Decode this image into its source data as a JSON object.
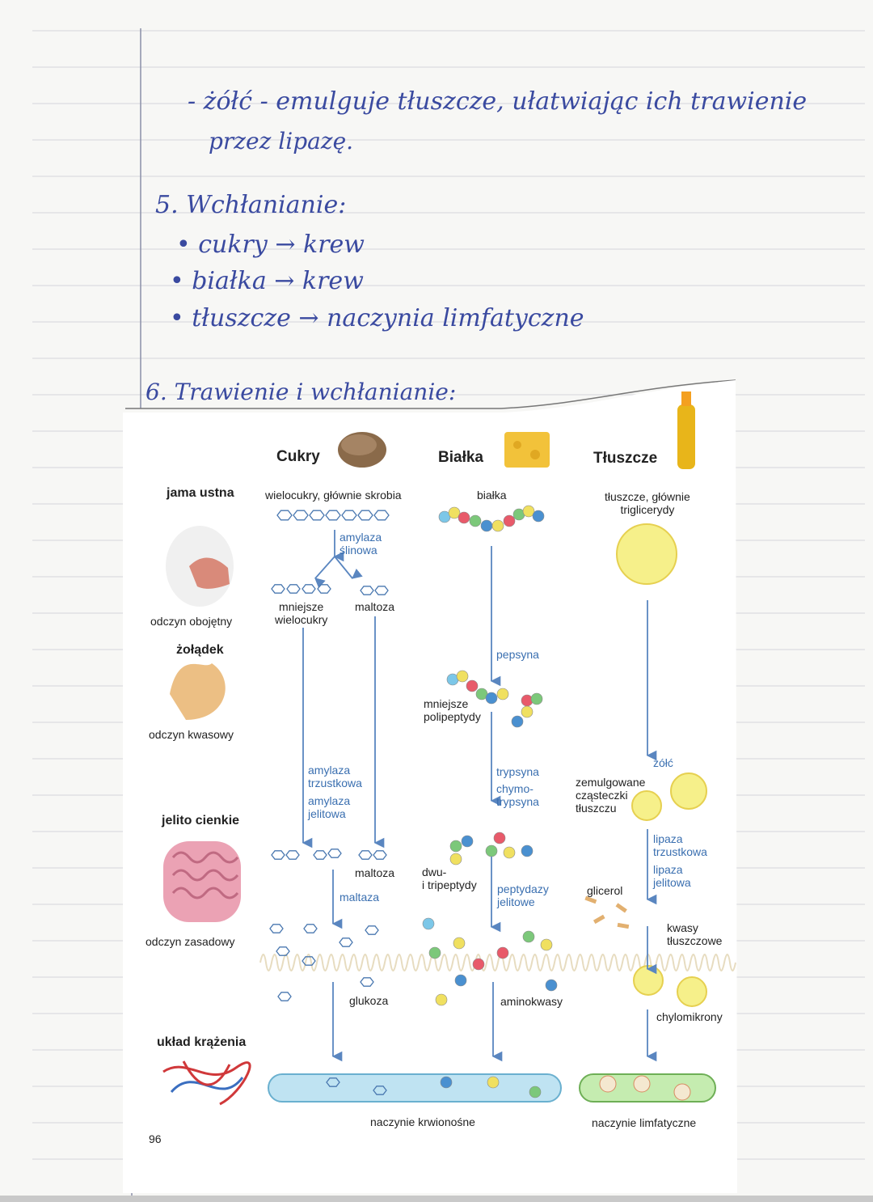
{
  "notes": {
    "line1": "- żółć - emulguje tłuszcze, ułatwiając ich trawienie",
    "line2": "przez lipazę.",
    "section5_title": "5. Wchłanianie:",
    "section5_items": [
      "• cukry → krew",
      "• białka → krew",
      "• tłuszcze → naczynia limfatyczne"
    ],
    "section6_title": "6. Trawienie i wchłanianie:"
  },
  "diagram": {
    "headers": {
      "sugars": "Cukry",
      "proteins": "Białka",
      "fats": "Tłuszcze"
    },
    "organs": {
      "mouth": "jama ustna",
      "mouth_ph": "odczyn obojętny",
      "stomach": "żołądek",
      "stomach_ph": "odczyn kwasowy",
      "intestine": "jelito cienkie",
      "intestine_ph": "odczyn zasadowy",
      "circulation": "układ krążenia"
    },
    "sugars": {
      "start": "wielocukry, głównie skrobia",
      "enzyme1a": "amylaza",
      "enzyme1b": "ślinowa",
      "product1a": "mniejsze",
      "product1b": "wielocukry",
      "product2": "maltoza",
      "enzyme2a": "amylaza",
      "enzyme2b": "trzustkowa",
      "enzyme3a": "amylaza",
      "enzyme3b": "jelitowa",
      "product3": "maltoza",
      "enzyme4": "maltaza",
      "final": "glukoza"
    },
    "proteins": {
      "start": "białka",
      "enzyme1": "pepsyna",
      "product1a": "mniejsze",
      "product1b": "polipeptydy",
      "enzyme2": "trypsyna",
      "enzyme3a": "chymo-",
      "enzyme3b": "trypsyna",
      "product2a": "dwu-",
      "product2b": "i tripeptydy",
      "enzyme4a": "peptydazy",
      "enzyme4b": "jelitowe",
      "final": "aminokwasy"
    },
    "fats": {
      "start_a": "tłuszcze, głównie",
      "start_b": "triglicerydy",
      "bile": "żółć",
      "product1a": "zemulgowane",
      "product1b": "cząsteczki",
      "product1c": "tłuszczu",
      "enzyme1a": "lipaza",
      "enzyme1b": "trzustkowa",
      "enzyme2a": "lipaza",
      "enzyme2b": "jelitowa",
      "glycerol": "glicerol",
      "fatty_a": "kwasy",
      "fatty_b": "tłuszczowe",
      "final": "chylomikrony"
    },
    "vessels": {
      "blood": "naczynie krwionośne",
      "lymph": "naczynie limfatyczne"
    },
    "page_number": "96"
  },
  "colors": {
    "ink": "#3a4aa0",
    "arrow": "#5a86c0",
    "blood_vessel": "#bfe3f2",
    "lymph_vessel": "#c5ecb0"
  }
}
